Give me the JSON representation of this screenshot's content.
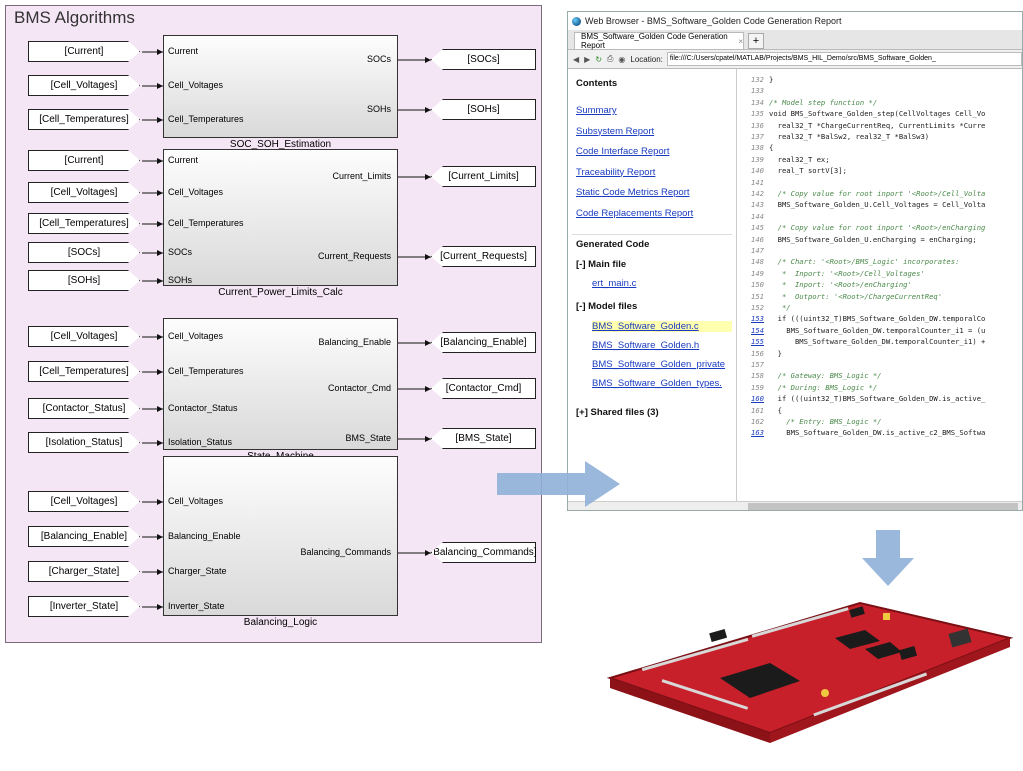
{
  "diagram": {
    "title": "BMS Algorithms",
    "blocks": [
      {
        "name": "SOC_SOH_Estimation",
        "inputs": [
          "Current",
          "Cell_Voltages",
          "Cell_Temperatures"
        ],
        "outputs": [
          "SOCs",
          "SOHs"
        ]
      },
      {
        "name": "Current_Power_Limits_Calc",
        "inputs": [
          "Current",
          "Cell_Voltages",
          "Cell_Temperatures",
          "SOCs",
          "SOHs"
        ],
        "outputs": [
          "Current_Limits",
          "Current_Requests"
        ]
      },
      {
        "name": "State_Machine",
        "inputs": [
          "Cell_Voltages",
          "Cell_Temperatures",
          "Contactor_Status",
          "Isolation_Status"
        ],
        "outputs": [
          "Balancing_Enable",
          "Contactor_Cmd",
          "BMS_State"
        ]
      },
      {
        "name": "Balancing_Logic",
        "inputs": [
          "Cell_Voltages",
          "Balancing_Enable",
          "Charger_State",
          "Inverter_State"
        ],
        "outputs": [
          "Balancing_Commands"
        ]
      }
    ],
    "in_tags": [
      [
        "[Current]",
        "[Cell_Voltages]",
        "[Cell_Temperatures]"
      ],
      [
        "[Current]",
        "[Cell_Voltages]",
        "[Cell_Temperatures]",
        "[SOCs]",
        "[SOHs]"
      ],
      [
        "[Cell_Voltages]",
        "[Cell_Temperatures]",
        "[Contactor_Status]",
        "[Isolation_Status]"
      ],
      [
        "[Cell_Voltages]",
        "[Balancing_Enable]",
        "[Charger_State]",
        "[Inverter_State]"
      ]
    ],
    "out_tags": [
      [
        "[SOCs]",
        "[SOHs]"
      ],
      [
        "[Current_Limits]",
        "[Current_Requests]"
      ],
      [
        "[Balancing_Enable]",
        "[Contactor_Cmd]",
        "[BMS_State]"
      ],
      [
        "[Balancing_Commands]"
      ]
    ]
  },
  "browser": {
    "window_title": "Web Browser - BMS_Software_Golden Code Generation Report",
    "tab_label": "BMS_Software_Golden Code Generation Report",
    "close_glyph": "×",
    "new_tab": "+",
    "location_label": "Location:",
    "location_value": "file:///C:/Users/cpatel/MATLAB/Projects/BMS_HIL_Demo/src/BMS_Software_Golden_",
    "contents_heading": "Contents",
    "report_links": [
      "Summary",
      "Subsystem Report",
      "Code Interface Report",
      "Traceability Report",
      "Static Code Metrics Report",
      "Code Replacements Report"
    ],
    "generated_heading": "Generated Code",
    "main_file_label": "[-] Main file",
    "main_file_link": "ert_main.c",
    "model_files_label": "[-] Model files",
    "model_file_links": [
      "BMS_Software_Golden.c",
      "BMS_Software_Golden.h",
      "BMS_Software_Golden_private",
      "BMS_Software_Golden_types."
    ],
    "shared_files_label": "[+] Shared files (3)",
    "code_lines": [
      {
        "n": "132",
        "t": "}"
      },
      {
        "n": "133",
        "t": ""
      },
      {
        "n": "134",
        "t": "/* Model step function */"
      },
      {
        "n": "135",
        "t": "void BMS_Software_Golden_step(CellVoltages Cell_Vo"
      },
      {
        "n": "136",
        "t": "  real32_T *ChargeCurrentReq, CurrentLimits *Curre"
      },
      {
        "n": "137",
        "t": "  real32_T *BalSw2, real32_T *BalSw3)"
      },
      {
        "n": "138",
        "t": "{"
      },
      {
        "n": "139",
        "t": "  real32_T ex;"
      },
      {
        "n": "140",
        "t": "  real_T sortV[3];"
      },
      {
        "n": "141",
        "t": ""
      },
      {
        "n": "142",
        "t": "  /* Copy value for root inport '<Root>/Cell_Volta"
      },
      {
        "n": "143",
        "t": "  BMS_Software_Golden_U.Cell_Voltages = Cell_Volta"
      },
      {
        "n": "144",
        "t": ""
      },
      {
        "n": "145",
        "t": "  /* Copy value for root inport '<Root>/enCharging"
      },
      {
        "n": "146",
        "t": "  BMS_Software_Golden_U.enCharging = enCharging;"
      },
      {
        "n": "147",
        "t": ""
      },
      {
        "n": "148",
        "t": "  /* Chart: '<Root>/BMS_Logic' incorporates:"
      },
      {
        "n": "149",
        "t": "   *  Inport: '<Root>/Cell_Voltages'"
      },
      {
        "n": "150",
        "t": "   *  Inport: '<Root>/enCharging'"
      },
      {
        "n": "151",
        "t": "   *  Outport: '<Root>/ChargeCurrentReq'"
      },
      {
        "n": "152",
        "t": "   */"
      },
      {
        "n": "153",
        "t": "  if (((uint32_T)BMS_Software_Golden_DW.temporalCo"
      },
      {
        "n": "154",
        "t": "    BMS_Software_Golden_DW.temporalCounter_i1 = (u"
      },
      {
        "n": "155",
        "t": "      BMS_Software_Golden_DW.temporalCounter_i1) +"
      },
      {
        "n": "156",
        "t": "  }"
      },
      {
        "n": "157",
        "t": ""
      },
      {
        "n": "158",
        "t": "  /* Gateway: BMS_Logic */"
      },
      {
        "n": "159",
        "t": "  /* During: BMS_Logic */"
      },
      {
        "n": "160",
        "t": "  if (((uint32_T)BMS_Software_Golden_DW.is_active_"
      },
      {
        "n": "161",
        "t": "  {"
      },
      {
        "n": "162",
        "t": "    /* Entry: BMS_Logic */"
      },
      {
        "n": "163",
        "t": "    BMS_Software_Golden_DW.is_active_c2_BMS_Softwa"
      }
    ]
  },
  "colors": {
    "diagram_bg": "#f5e6f5",
    "arrow": "#8fb0d8",
    "link": "#1a3cc0",
    "highlight": "#ffffb0",
    "board_red": "#c8202a"
  }
}
